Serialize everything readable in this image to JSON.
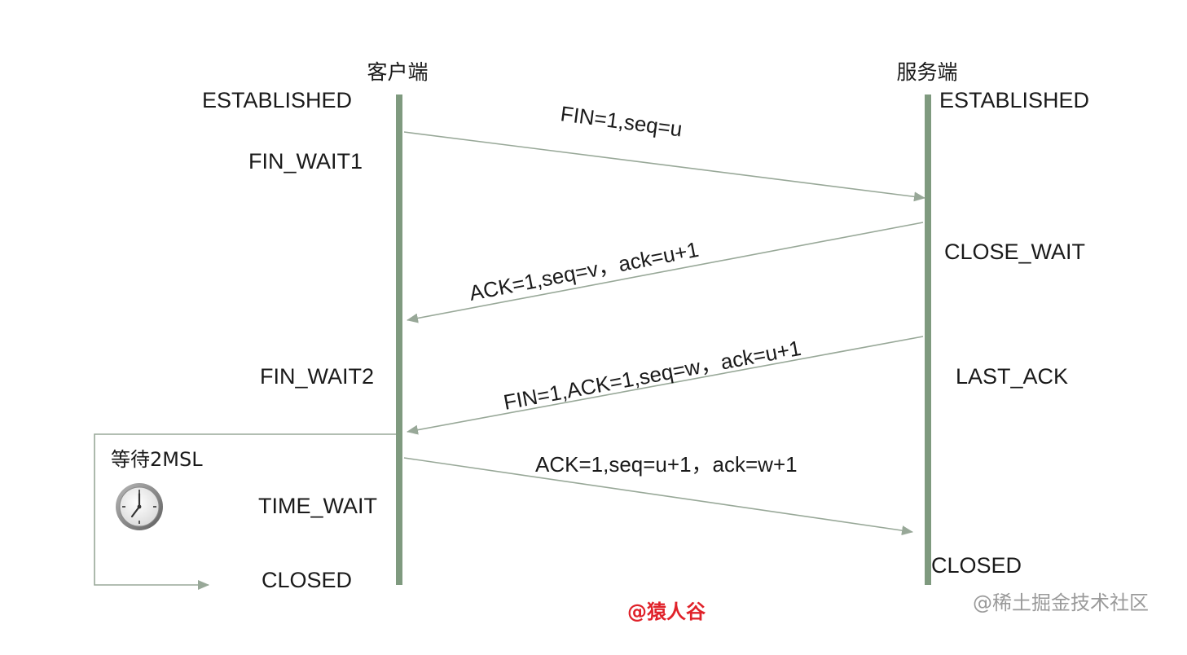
{
  "client": {
    "title": "客户端",
    "states": {
      "established": "ESTABLISHED",
      "fin_wait1": "FIN_WAIT1",
      "fin_wait2": "FIN_WAIT2",
      "time_wait": "TIME_WAIT",
      "closed": "CLOSED"
    }
  },
  "server": {
    "title": "服务端",
    "states": {
      "established": "ESTABLISHED",
      "close_wait": "CLOSE_WAIT",
      "last_ack": "LAST_ACK",
      "closed": "CLOSED"
    }
  },
  "messages": {
    "fin1": "FIN=1,seq=u",
    "ack1": "ACK=1,seq=v，ack=u+1",
    "fin2": "FIN=1,ACK=1,seq=w，ack=u+1",
    "ack2": "ACK=1,seq=u+1，ack=w+1"
  },
  "wait_label": "等待2MSL",
  "icons": {
    "clock": "clock-icon"
  },
  "credit": "@猿人谷",
  "watermark": "@稀土掘金技术社区",
  "colors": {
    "lifeline": "#7f9a7f",
    "arrow": "#98a898",
    "credit": "#e0222a",
    "watermark": "#9a9a9a"
  }
}
